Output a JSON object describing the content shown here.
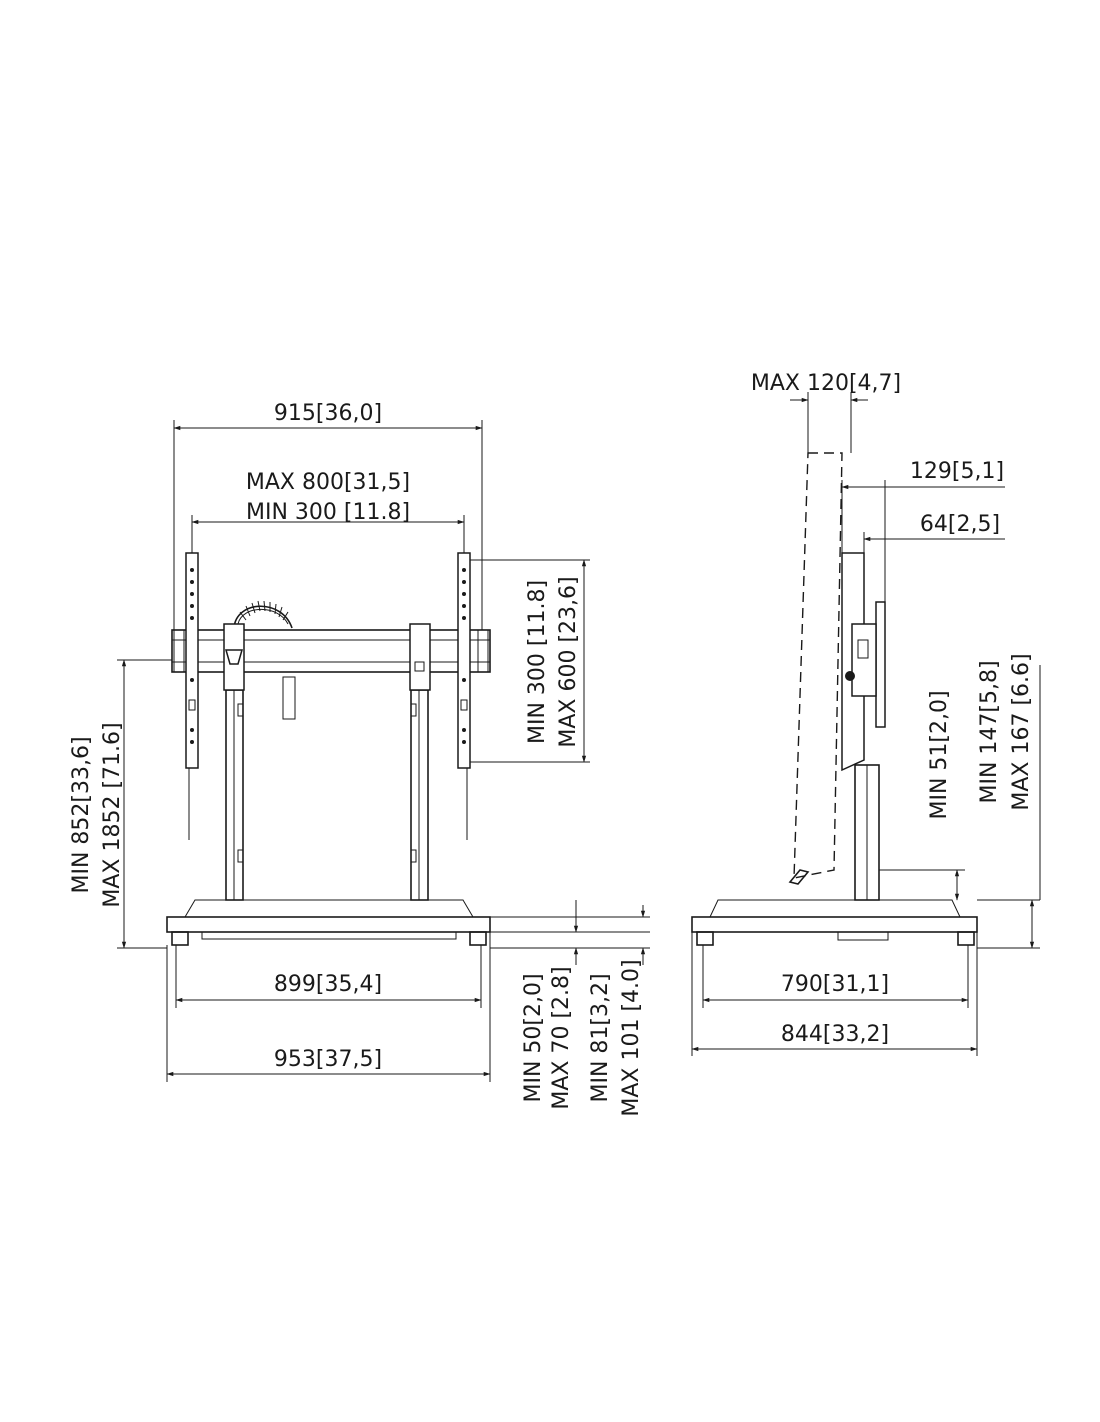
{
  "front_view": {
    "overall_width": "915[36,0]",
    "vesa_max_width": "MAX 800[31,5]",
    "vesa_min_width": "MIN 300 [11.8]",
    "vesa_min_height": "MIN 300 [11.8]",
    "vesa_max_height": "MAX 600 [23,6]",
    "center_height_min": "MIN 852[33,6]",
    "center_height_max": "MAX 1852 [71.6]",
    "wheel_span": "899[35,4]",
    "base_width": "953[37,5]",
    "base_clear_min": "MIN 50[2,0]",
    "base_clear_max": "MAX 70 [2.8]",
    "base_height_min": "MIN 81[3,2]",
    "base_height_max": "MAX 101 [4.0]"
  },
  "side_view": {
    "tilt_max": "MAX 120[4,7]",
    "depth_total": "129[5,1]",
    "depth_interface": "64[2,5]",
    "floor_to_base_min": "MIN 51[2,0]",
    "base_level_min": "MIN 147[5,8]",
    "base_level_max": "MAX 167 [6.6]",
    "wheel_span": "790[31,1]",
    "base_depth": "844[33,2]"
  }
}
